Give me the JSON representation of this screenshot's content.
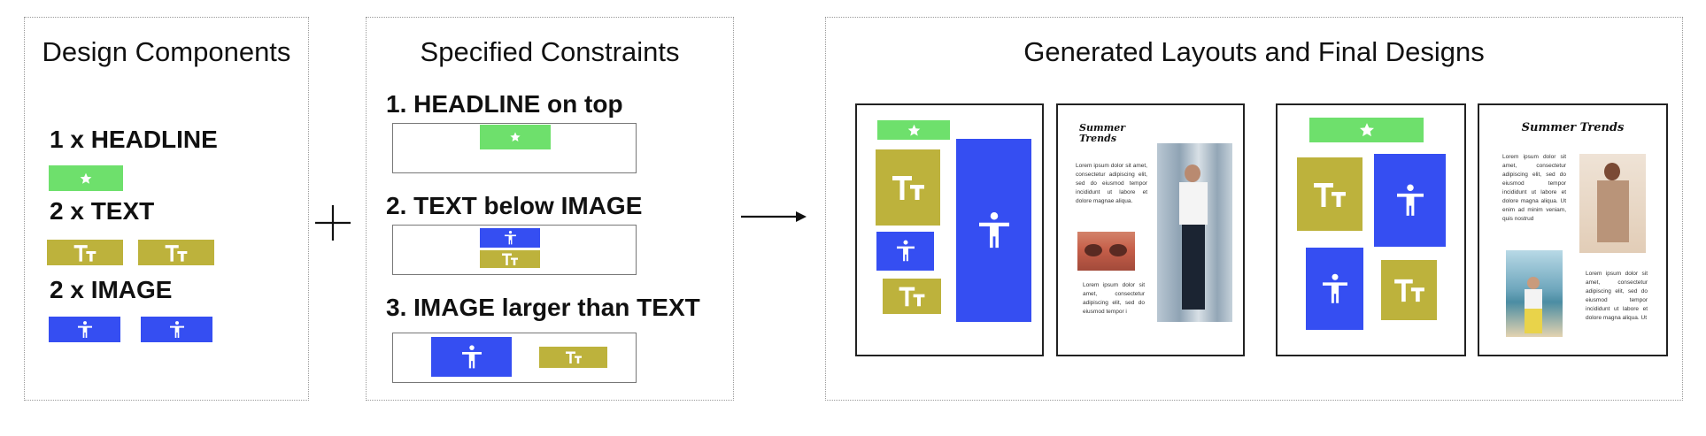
{
  "components": {
    "title": "Design Components",
    "headline_label": "1 x HEADLINE",
    "text_label": "2 x TEXT",
    "image_label": "2 x IMAGE"
  },
  "constraints": {
    "title": "Specified Constraints",
    "items": [
      {
        "label": "1. HEADLINE on top"
      },
      {
        "label": "2. TEXT below IMAGE"
      },
      {
        "label": "3. IMAGE larger than TEXT"
      }
    ]
  },
  "generated": {
    "title": "Generated Layouts and Final Designs",
    "design1": {
      "heading": "Summer\nTrends",
      "body_top": "Lorem ipsum dolor sit amet, consectetur adipiscing elit, sed do eiusmod tempor incididunt ut labore et dolore magnae aliqua.",
      "body_bottom": "Lorem ipsum dolor sit amet, consectetur adipiscing elit, sed do eiusmod tempor i"
    },
    "design2": {
      "heading": "Summer Trends",
      "body_top": "Lorem ipsum dolor sit amet, consectetur adipiscing elit, sed do eiusmod tempor incididunt ut labore et dolore magna aliqua. Ut enim ad minim veniam, quis nostrud",
      "body_bottom": "Lorem ipsum dolor sit amet, consectetur adipiscing elit, sed do eiusmod tempor incididunt ut labore et dolore magna aliqua. Ut"
    }
  },
  "operators": {
    "plus": "+",
    "arrow": "→"
  },
  "colors": {
    "headline": "#6ee06c",
    "text": "#bdb23c",
    "image": "#354ef2"
  },
  "icons": {
    "headline": "star-icon",
    "text": "text-tt-icon",
    "image": "person-icon"
  }
}
